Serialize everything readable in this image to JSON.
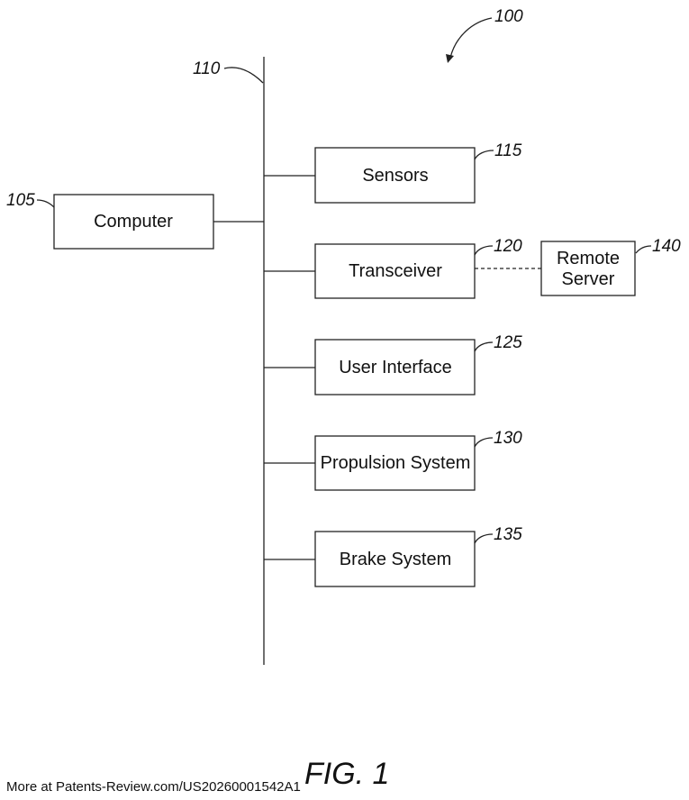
{
  "figure": {
    "number_ref": "100",
    "caption": "FIG. 1"
  },
  "bus": {
    "ref": "110"
  },
  "computer": {
    "label": "Computer",
    "ref": "105"
  },
  "components": [
    {
      "label": "Sensors",
      "ref": "115"
    },
    {
      "label": "Transceiver",
      "ref": "120"
    },
    {
      "label": "User Interface",
      "ref": "125"
    },
    {
      "label": "Propulsion System",
      "ref": "130"
    },
    {
      "label": "Brake System",
      "ref": "135"
    }
  ],
  "remote_server": {
    "label_line1": "Remote",
    "label_line2": "Server",
    "ref": "140"
  },
  "footer": {
    "text": "More at Patents-Review.com/US20260001542A1"
  }
}
